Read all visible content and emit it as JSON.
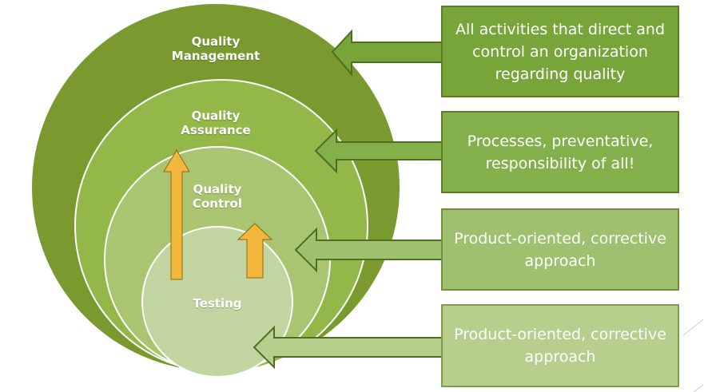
{
  "colors": {
    "ring_management": "#7a9a30",
    "ring_assurance": "#94b74a",
    "ring_control": "#aac571",
    "ring_testing": "#c2d5a0",
    "ring_outline": "#ffffff",
    "arrow_up": "#f3b73b",
    "box_1": "#77a53a",
    "box_2": "#83b04b",
    "box_3": "#9ec06f",
    "box_4": "#b6cf8d"
  },
  "rings": {
    "management": "Quality\nManagement",
    "assurance": "Quality\nAssurance",
    "control": "Quality\nControl",
    "testing": "Testing"
  },
  "descriptions": {
    "management": "All activities that direct and\ncontrol an organization\nregarding quality",
    "assurance": "Processes, preventative,\nresponsibility of all!",
    "control": "Product-oriented, corrective\napproach",
    "testing": "Product-oriented, corrective\napproach"
  }
}
